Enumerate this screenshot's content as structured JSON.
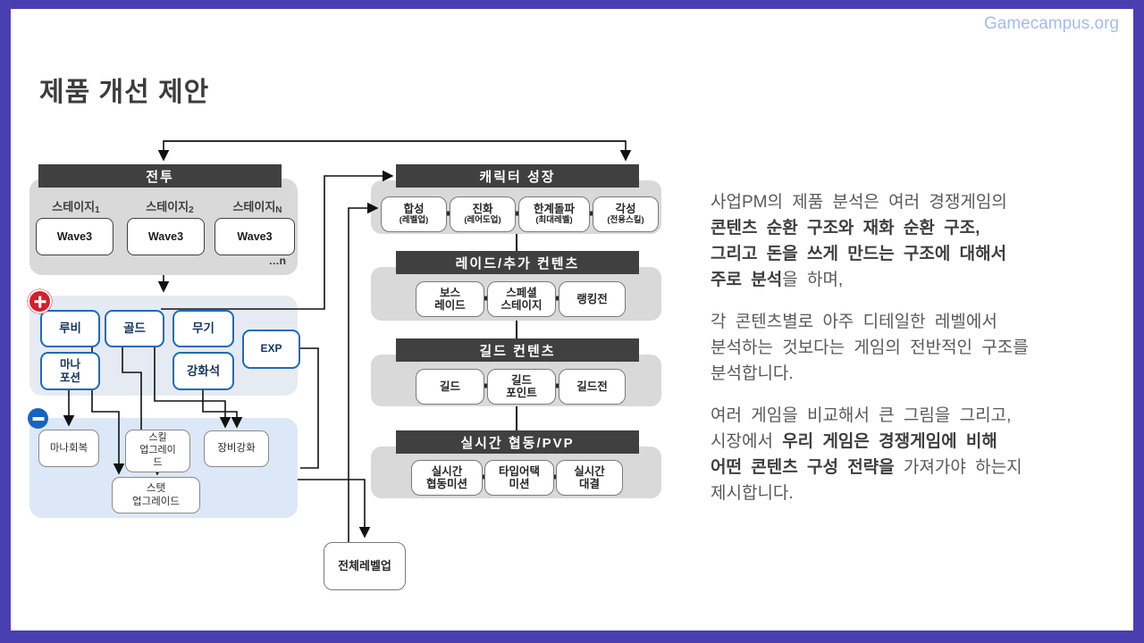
{
  "brand": "Gamecampus.org",
  "title": "제품 개선 제안",
  "colors": {
    "frame_purple": "#4a3fb0",
    "header_dark": "#404040",
    "section_gray": "#d9d9d9",
    "gain_section_bg": "#e6eaf3",
    "sink_section_bg": "#dce8f7",
    "gain_border_blue": "#1e6cb5",
    "plus_red": "#cf2030",
    "minus_blue": "#1565c0",
    "brand_blue": "#a4bce8"
  },
  "diagram": {
    "battle": {
      "header": "전투",
      "stages": [
        {
          "name": "스테이지",
          "num": "1",
          "wave": "Wave3"
        },
        {
          "name": "스테이지",
          "num": "2",
          "wave": "Wave3"
        },
        {
          "name": "스테이지",
          "num": "N",
          "wave": "Wave3"
        }
      ],
      "ellipsis": "…n"
    },
    "gains": {
      "boxes": [
        "루비",
        "골드",
        "무기",
        "EXP",
        "마나\n포션",
        "강화석"
      ]
    },
    "sinks": {
      "boxes": [
        "마나회복",
        "스킬\n업그레이\n드",
        "장비강화",
        "스탯\n업그레이드"
      ]
    },
    "total_levelup": "전체레벨업",
    "growth": {
      "header": "캐릭터 성장",
      "boxes": [
        {
          "main": "합성",
          "sub": "(레벨업)"
        },
        {
          "main": "진화",
          "sub": "(레어도업)"
        },
        {
          "main": "한계돌파",
          "sub": "(최대레벨)"
        },
        {
          "main": "각성",
          "sub": "(전용스킬)"
        }
      ]
    },
    "raid": {
      "header": "레이드/추가 컨텐츠",
      "boxes": [
        "보스\n레이드",
        "스페셜\n스테이지",
        "랭킹전"
      ]
    },
    "guild": {
      "header": "길드 컨텐츠",
      "boxes": [
        "길드",
        "길드\n포인트",
        "길드전"
      ]
    },
    "pvp": {
      "header": "실시간 협동/PVP",
      "boxes": [
        "실시간\n협동미션",
        "타입어택\n미션",
        "실시간\n대결"
      ]
    }
  },
  "description": {
    "p1": {
      "l1": "사업PM의 제품 분석은 여러 경쟁게임의",
      "l2": "콘텐츠 순환 구조와 재화 순환 구조,",
      "l3": "그리고 돈을 쓰게 만드는 구조에 대해서",
      "l4a": "주로 분석",
      "l4b": "을 하며,"
    },
    "p2": {
      "l1": "각 콘텐츠별로 아주 디테일한 레벨에서",
      "l2": "분석하는 것보다는 게임의 전반적인 구조를",
      "l3": "분석합니다."
    },
    "p3": {
      "l1": "여러 게임을 비교해서 큰 그림을 그리고,",
      "l2a": "시장에서 ",
      "l2b": "우리 게임은 경쟁게임에 비해",
      "l3a": "어떤 콘텐츠 구성 전략을",
      "l3b": " 가져가야 하는지",
      "l4": "제시합니다."
    }
  }
}
